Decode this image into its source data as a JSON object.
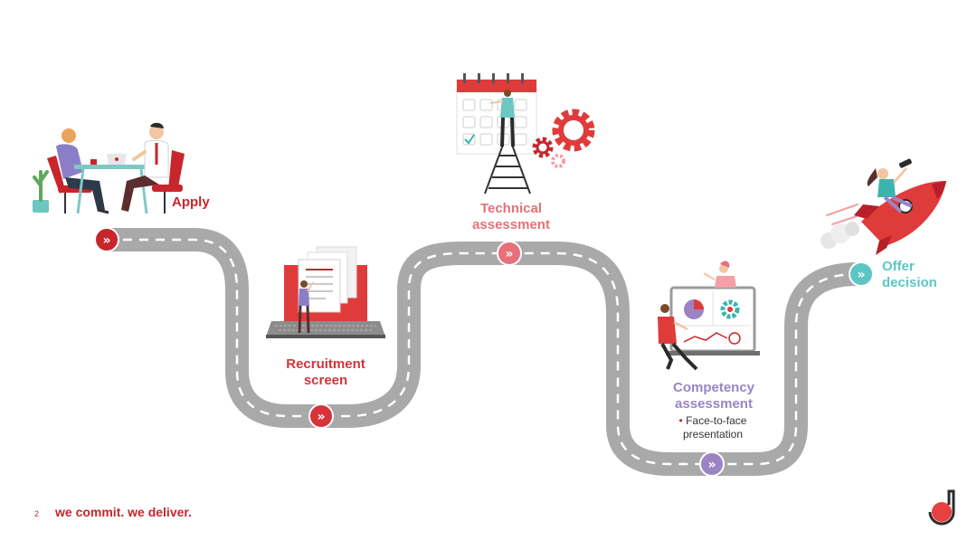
{
  "stages": [
    {
      "id": "apply",
      "lines": [
        "Apply"
      ],
      "color": "#c8252c"
    },
    {
      "id": "recruitment",
      "lines": [
        "Recruitment",
        "screen"
      ],
      "color": "#d6333a"
    },
    {
      "id": "technical",
      "lines": [
        "Technical",
        "assessment"
      ],
      "color": "#e8707a"
    },
    {
      "id": "competency",
      "lines": [
        "Competency",
        "assessment"
      ],
      "color": "#9b84c4",
      "bullets": [
        "Face-to-face presentation"
      ]
    },
    {
      "id": "offer",
      "lines": [
        "Offer",
        "decision"
      ],
      "color": "#5cc6c4"
    }
  ],
  "footer": {
    "page_number": "2",
    "slogan": "we commit. we deliver."
  },
  "colors": {
    "road": "#a9a9a9",
    "road_dash": "#ffffff",
    "brand_red": "#e84040",
    "brand_dark": "#2b2b2b"
  }
}
